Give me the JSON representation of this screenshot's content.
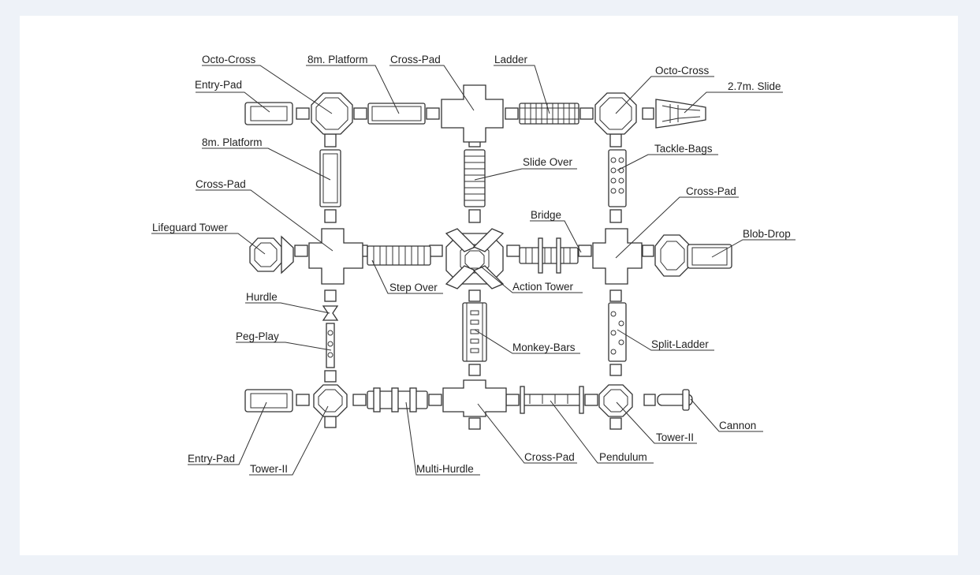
{
  "diagram": {
    "colors": {
      "background": "#eef2f8",
      "card": "#ffffff",
      "stroke": "#333333"
    },
    "labels": {
      "octo_cross_1": "Octo-Cross",
      "platform_8m_1": "8m. Platform",
      "cross_pad_1": "Cross-Pad",
      "ladder": "Ladder",
      "octo_cross_2": "Octo-Cross",
      "entry_pad_1": "Entry-Pad",
      "slide_27m": "2.7m. Slide",
      "platform_8m_2": "8m. Platform",
      "tackle_bags": "Tackle-Bags",
      "slide_over": "Slide Over",
      "cross_pad_2": "Cross-Pad",
      "cross_pad_3": "Cross-Pad",
      "bridge": "Bridge",
      "lifeguard_tower": "Lifeguard Tower",
      "blob_drop": "Blob-Drop",
      "step_over": "Step Over",
      "action_tower": "Action Tower",
      "hurdle": "Hurdle",
      "peg_play": "Peg-Play",
      "split_ladder": "Split-Ladder",
      "monkey_bars": "Monkey-Bars",
      "cannon": "Cannon",
      "tower_ii_1": "Tower-II",
      "cross_pad_4": "Cross-Pad",
      "pendulum": "Pendulum",
      "entry_pad_2": "Entry-Pad",
      "tower_ii_2": "Tower-II",
      "multi_hurdle": "Multi-Hurdle"
    }
  }
}
